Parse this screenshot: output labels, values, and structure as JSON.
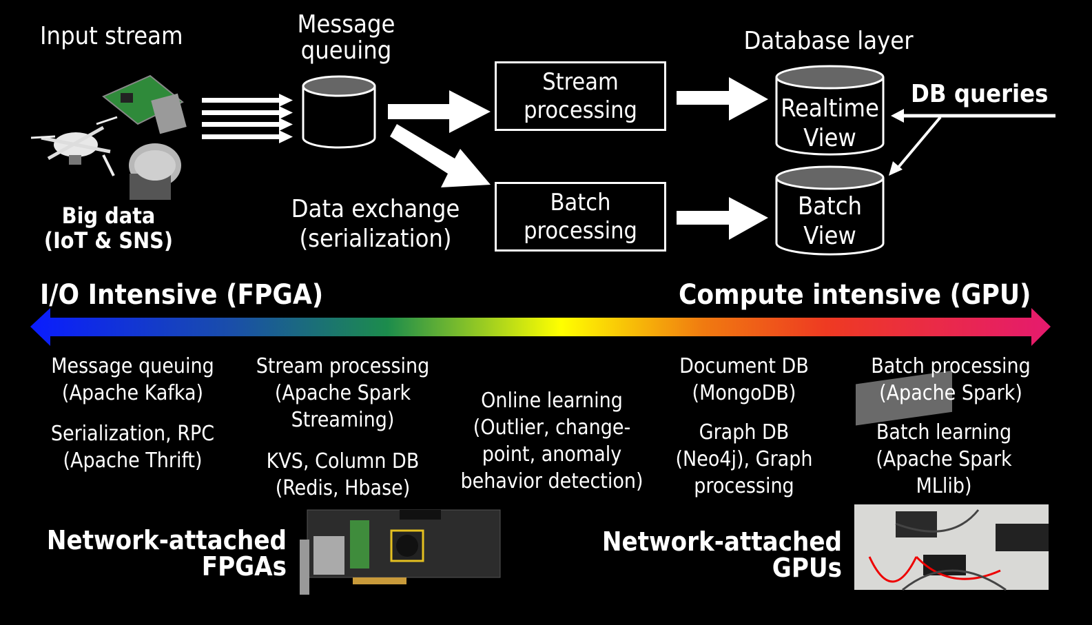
{
  "pipeline": {
    "input_stream": "Input stream",
    "big_data": [
      "Big data",
      "(IoT & SNS)"
    ],
    "message_queuing": [
      "Message",
      "queuing"
    ],
    "data_exchange": [
      "Data exchange",
      "(serialization)"
    ],
    "stream_processing": [
      "Stream",
      "processing"
    ],
    "batch_processing": [
      "Batch",
      "processing"
    ],
    "database_layer": "Database layer",
    "realtime_view": [
      "Realtime",
      "View"
    ],
    "batch_view": [
      "Batch",
      "View"
    ],
    "db_queries": "DB queries"
  },
  "spectrum": {
    "left_label": "I/O Intensive (FPGA)",
    "right_label": "Compute intensive (GPU)",
    "gradient_colors": [
      "#0a1cff",
      "#1a4fa8",
      "#1c8c4c",
      "#ffff00",
      "#f07a10",
      "#ee3a22",
      "#e51a6e"
    ]
  },
  "workloads": {
    "col1": {
      "a": [
        "Message queuing",
        "(Apache Kafka)"
      ],
      "b": [
        "Serialization, RPC",
        "(Apache Thrift)"
      ]
    },
    "col2": {
      "a": [
        "Stream processing",
        "(Apache Spark",
        "Streaming)"
      ],
      "b": [
        "KVS, Column DB",
        "(Redis, Hbase)"
      ]
    },
    "col3": {
      "a": [
        "Online learning",
        "(Outlier, change-",
        "point, anomaly",
        "behavior detection)"
      ]
    },
    "col4": {
      "a": [
        "Document DB",
        "(MongoDB)"
      ],
      "b": [
        "Graph DB",
        "(Neo4j), Graph",
        "processing"
      ]
    },
    "col5": {
      "a": [
        "Batch processing",
        "(Apache Spark)"
      ],
      "b": [
        "Batch learning",
        "(Apache Spark",
        "MLlib)"
      ]
    }
  },
  "hardware": {
    "fpga_label": [
      "Network-attached",
      "FPGAs"
    ],
    "gpu_label": [
      "Network-attached",
      "GPUs"
    ]
  }
}
